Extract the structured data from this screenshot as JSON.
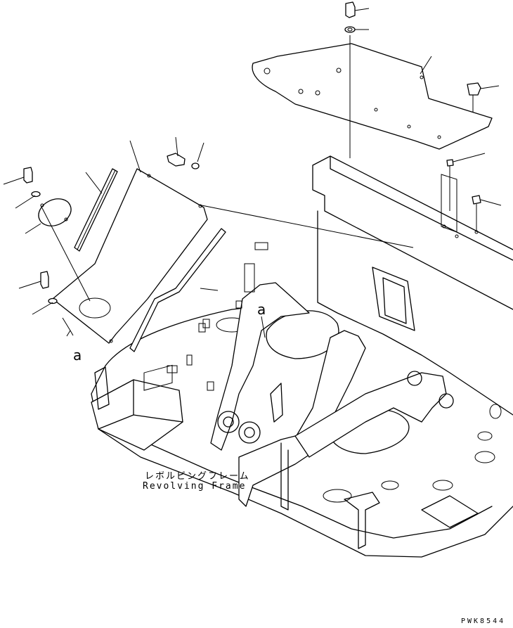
{
  "labels": {
    "frame_jp": "レボルビングフレーム",
    "frame_en": "Revolving Frame",
    "view_mark_left": "a",
    "view_mark_center": "a",
    "drawing_code": "PWK8544"
  },
  "colors": {
    "line": "#000000",
    "background": "#ffffff"
  }
}
